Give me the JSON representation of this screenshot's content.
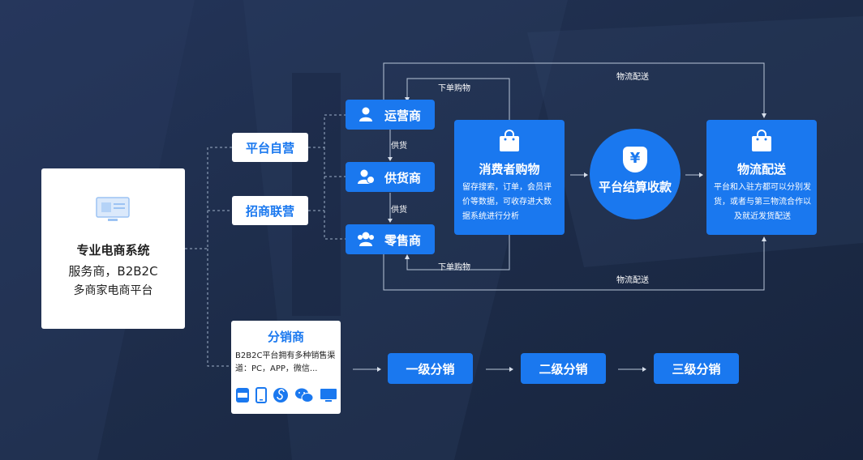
{
  "main_system": {
    "title": "专业电商系统",
    "line2": "服务商，B2B2C",
    "line3": "多商家电商平台"
  },
  "modes": {
    "self_run": "平台自营",
    "merchant": "招商联营"
  },
  "roles": {
    "operator": "运营商",
    "supplier": "供货商",
    "retailer": "零售商"
  },
  "supply_label_1": "供货",
  "supply_label_2": "供货",
  "order_label_top": "下单购物",
  "order_label_bottom": "下单购物",
  "logistics_label_top": "物流配送",
  "logistics_label_bottom": "物流配送",
  "consumer": {
    "title": "消费者购物",
    "desc": "留存搜索，订单，会员评价等数据，可收存进大数据系统进行分析"
  },
  "settlement": {
    "title": "平台结算收款",
    "icon": "¥"
  },
  "logistics": {
    "title": "物流配送",
    "desc": "平台和入驻方都可以分别发货，或者与第三物流合作以及就近发货配送"
  },
  "distributor": {
    "title": "分销商",
    "desc": "B2B2C平台拥有多种销售渠道：PC，APP，微信..."
  },
  "levels": {
    "first": "一级分销",
    "second": "二级分销",
    "third": "三级分销"
  },
  "colors": {
    "accent": "#1a78ef",
    "accent_text": "#1a78ef"
  }
}
